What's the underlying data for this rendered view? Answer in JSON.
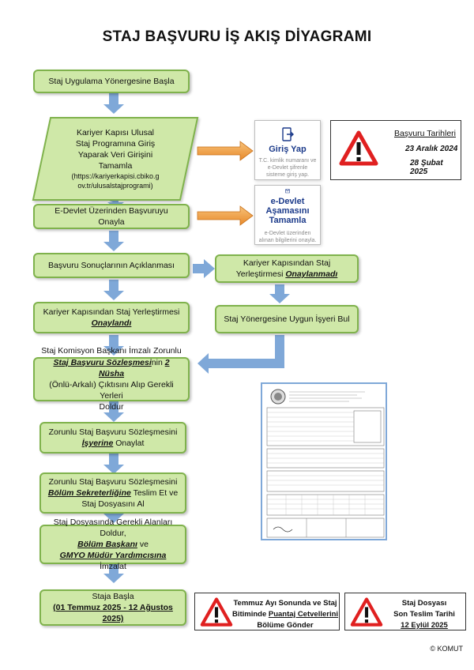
{
  "title": "STAJ BAŞVURU İŞ AKIŞ DİYAGRAMI",
  "steps": {
    "s1": "Staj Uygulama Yönergesine Başla",
    "s2": [
      "Kariyer Kapısı Ulusal",
      "Staj Programına Giriş",
      "Yaparak Veri Girişini",
      "Tamamla",
      "(https://kariyerkapisi.cbiko.g",
      "ov.tr/ulusalstajprogrami)"
    ],
    "s3": "E-Devlet Üzerinden Başvuruyu Onayla",
    "s4": "Başvuru Sonuçlarının Açıklanması",
    "s4b_line1": "Kariyer Kapısından Staj",
    "s4b_line2a": "Yerleştirmesi ",
    "s4b_line2b": "Onaylanmadı",
    "s5_line1": "Kariyer Kapısından Staj Yerleştirmesi",
    "s5_line2": "Onaylandı",
    "s5b": "Staj Yönergesine Uygun İşyeri Bul",
    "s6_line1": "Staj Komisyon Başkanı İmzalı Zorunlu",
    "s6_line2a": "Staj Başvuru Sözleşmesi",
    "s6_line2b": "nin ",
    "s6_line2c": "2 Nüsha",
    "s6_line3": "(Önlü-Arkalı) Çıktısını Alıp Gerekli Yerleri",
    "s6_line4": "Doldur",
    "s7_line1": "Zorunlu Staj Başvuru Sözleşmesini",
    "s7_line2a": "İşyerine",
    "s7_line2b": " Onaylat",
    "s8_line1": "Zorunlu Staj Başvuru Sözleşmesini",
    "s8_line2a": "Bölüm Sekreterliğine",
    "s8_line2b": " Teslim Et ve",
    "s8_line3": "Staj Dosyasını Al",
    "s9_line1": "Staj Dosyasında Gerekli Alanları Doldur,",
    "s9_line2a": "Bölüm Başkanı",
    "s9_line2b": " ve",
    "s9_line3a": "GMYO Müdür Yardımcısına",
    "s9_line3b": " İmzalat",
    "s10_line1": "Staja Başla",
    "s10_line2": "(01 Temmuz 2025 - 12 Ağustos 2025)"
  },
  "cards": {
    "giris_title": "Giriş Yap",
    "giris_desc": "T.C. kimlik numaranı ve e-Devlet şifrenle sisteme giriş yap.",
    "edevlet_title_1": "e-Devlet Aşamasını",
    "edevlet_title_2": "Tamamla",
    "edevlet_desc": "e-Devlet üzerinden alınan bilgilerini onayla."
  },
  "dates": {
    "label": "Başvuru Tarihleri",
    "d1": "23 Aralık 2024",
    "d2": "28 Şubat 2025"
  },
  "notices": {
    "n1_line1": "Temmuz Ayı Sonunda ve Staj",
    "n1_line2a": "Bitiminde ",
    "n1_line2b": "Puantaj Cetvellerini",
    "n1_line3": "Bölüme Gönder",
    "n2_line1": "Staj Dosyası",
    "n2_line2": "Son Teslim Tarihi",
    "n2_line3": "12 Eylül 2025"
  },
  "footer": "© KOMUT",
  "colors": {
    "box_fill": "#cfe8a8",
    "box_border": "#7fb24c",
    "arrow_blue": "#7fa8d8",
    "arrow_orange": "#f0a040",
    "warn_red": "#e02020"
  }
}
